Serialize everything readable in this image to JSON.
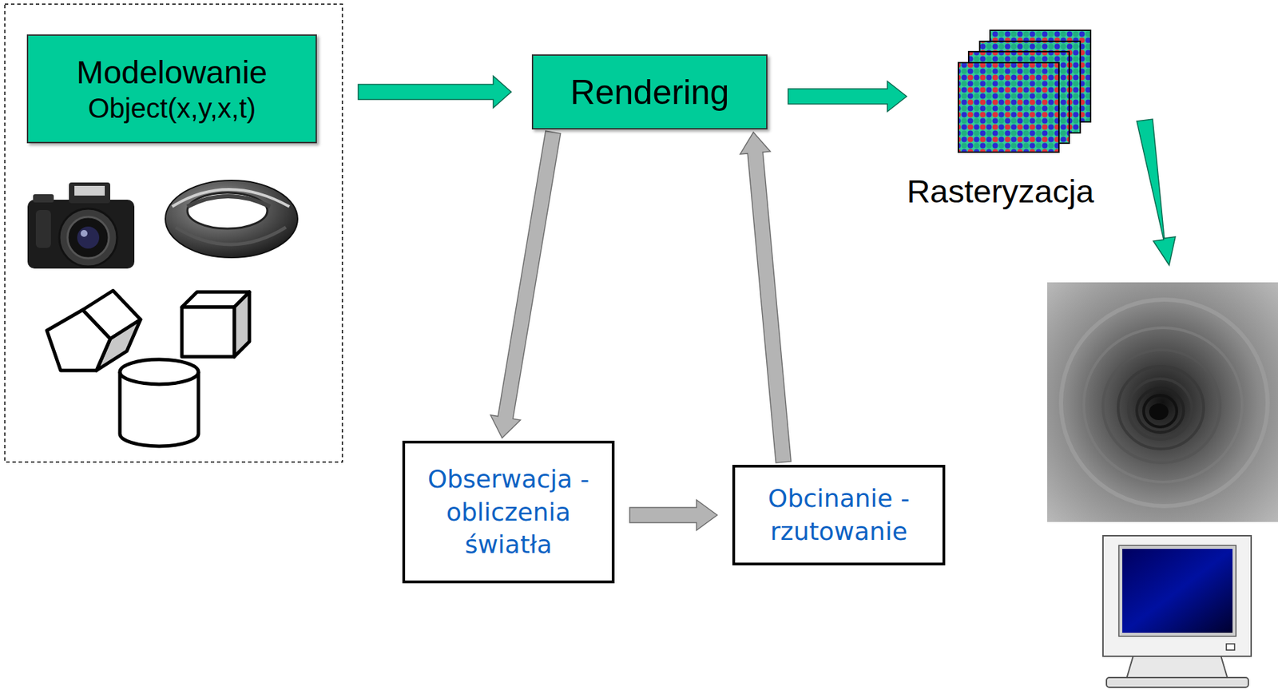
{
  "diagram": {
    "nodes": [
      {
        "text": [
          "Modelowanie",
          "Object(x,y,x,t)"
        ]
      },
      {
        "text": [
          "Rendering"
        ]
      },
      {
        "text": [
          "Obserwacja -obliczenia światła"
        ]
      },
      {
        "text": [
          "Obcinanie - rzutowanie"
        ]
      }
    ],
    "edges": [
      {
        "from": 0,
        "to": 1,
        "arrow": "to"
      },
      {
        "from": 1,
        "to": 2,
        "arrow": "to"
      },
      {
        "from": 2,
        "to": 3,
        "arrow": "to"
      },
      {
        "from": 3,
        "to": 1,
        "arrow": "to"
      }
    ],
    "labels": [
      "Rasteryzacja"
    ]
  }
}
